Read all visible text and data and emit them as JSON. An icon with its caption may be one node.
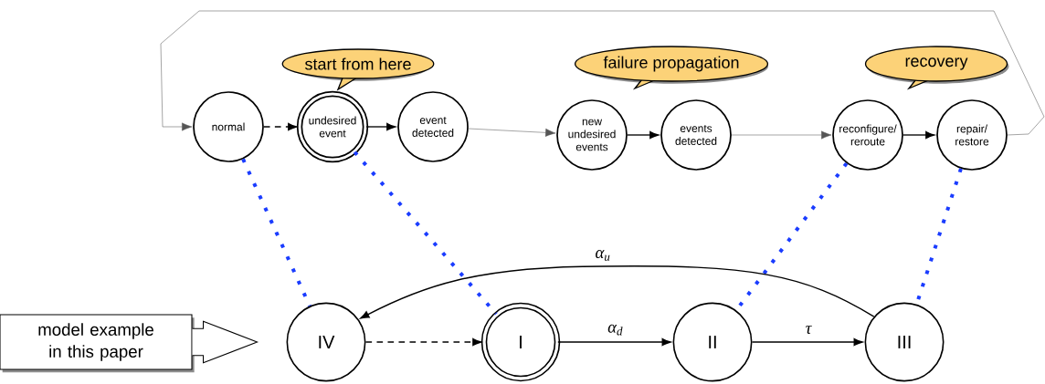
{
  "diagram": {
    "nodes": [
      {
        "text": [
          "normal"
        ]
      },
      {
        "text": [
          "undesired event"
        ]
      },
      {
        "text": [
          "event detected"
        ]
      },
      {
        "text": [
          "new undesired events"
        ]
      },
      {
        "text": [
          "events detected"
        ]
      },
      {
        "text": [
          "reconfigure/ reroute"
        ]
      },
      {
        "text": [
          "repair/ restore"
        ]
      },
      {
        "text": [
          "start from here"
        ]
      },
      {
        "text": [
          "failure propagation"
        ]
      },
      {
        "text": [
          "recovery"
        ]
      },
      {
        "text": [
          "IV"
        ]
      },
      {
        "text": [
          "I"
        ]
      },
      {
        "text": [
          "II"
        ]
      },
      {
        "text": [
          "III"
        ]
      },
      {
        "text": [
          "model example in this paper"
        ]
      }
    ],
    "edges": [
      {
        "from": 0,
        "to": 1,
        "arrow": "to",
        "style": "dashed"
      },
      {
        "from": 1,
        "to": 2,
        "arrow": "to"
      },
      {
        "from": 2,
        "to": 3,
        "arrow": "to",
        "color": "#555555"
      },
      {
        "from": 3,
        "to": 4,
        "arrow": "to"
      },
      {
        "from": 4,
        "to": 5,
        "arrow": "to",
        "color": "#555555"
      },
      {
        "from": 5,
        "to": 6,
        "arrow": "to"
      },
      {
        "from": 6,
        "to": 0,
        "arrow": "to",
        "color": "#555555"
      },
      {
        "from": 0,
        "to": 10,
        "arrow": "none",
        "style": "dashed",
        "color": "#1a3cff"
      },
      {
        "from": 1,
        "to": 11,
        "arrow": "none",
        "style": "dashed",
        "color": "#1a3cff"
      },
      {
        "from": 5,
        "to": 12,
        "arrow": "none",
        "style": "dashed",
        "color": "#1a3cff"
      },
      {
        "from": 6,
        "to": 13,
        "arrow": "none",
        "style": "dashed",
        "color": "#1a3cff"
      },
      {
        "from": 10,
        "to": 11,
        "arrow": "to",
        "style": "dashed"
      },
      {
        "from": 11,
        "to": 12,
        "arrow": "to",
        "label": "α$_{d}$"
      },
      {
        "from": 12,
        "to": 13,
        "arrow": "to",
        "label": "τ"
      },
      {
        "from": 13,
        "to": 10,
        "arrow": "to",
        "label": "α$_{u}$"
      },
      {
        "from": 14,
        "to": 10,
        "arrow": "to",
        "style": "thick"
      }
    ]
  }
}
